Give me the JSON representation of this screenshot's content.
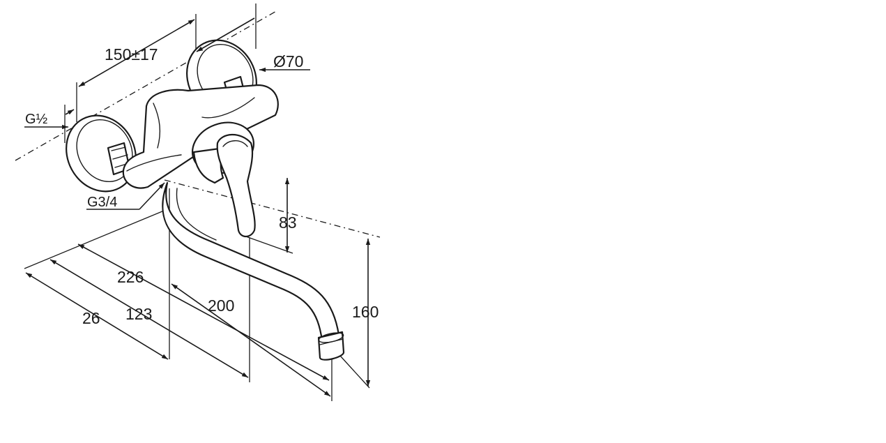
{
  "dimensions": {
    "rosette_spacing": "150±17",
    "rosette_diameter": "Ø70",
    "inlet_thread": "G½",
    "eccentric_thread": "G3/4",
    "lever_height": "83",
    "spout_height": "160",
    "overall_depth": "226",
    "spout_reach": "200",
    "body_depth": "123",
    "wall_offset": "26"
  }
}
